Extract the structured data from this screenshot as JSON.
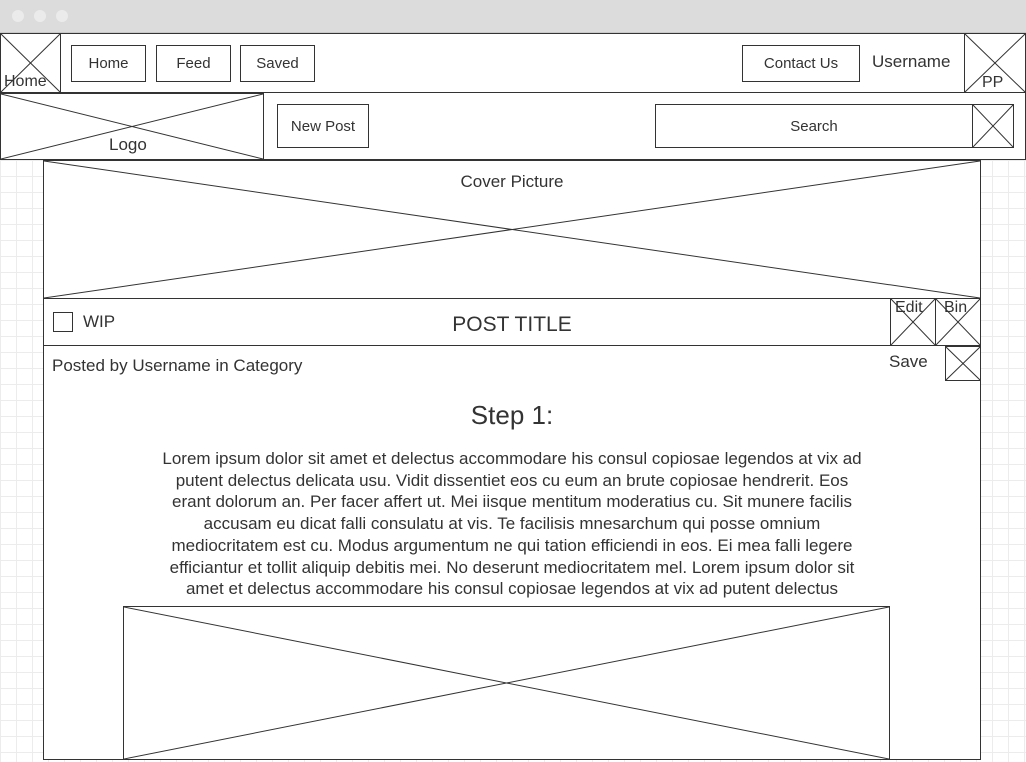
{
  "window": {
    "controls": [
      "close",
      "minimize",
      "maximize"
    ]
  },
  "top_nav": {
    "home_image_label": "Home",
    "home_button": "Home",
    "feed_button": "Feed",
    "saved_button": "Saved",
    "contact_button": "Contact Us",
    "username": "Username",
    "profile_pic_label": "PP"
  },
  "sub_nav": {
    "logo_label": "Logo",
    "new_post_button": "New Post",
    "search_placeholder": "Search"
  },
  "post": {
    "cover_label": "Cover Picture",
    "wip_label": "WIP",
    "wip_checked": false,
    "title": "POST TITLE",
    "edit_label": "Edit",
    "bin_label": "Bin",
    "byline": "Posted by Username in Category",
    "save_label": "Save",
    "step_heading": "Step 1:",
    "body_lines": [
      "Lorem ipsum dolor sit amet et delectus accommodare his consul copiosae legendos at vix ad",
      "putent delectus delicata usu. Vidit dissentiet eos cu eum an brute copiosae hendrerit. Eos",
      "erant dolorum an. Per facer affert ut. Mei iisque mentitum moderatius cu. Sit munere facilis",
      "accusam eu dicat falli consulatu at vis. Te facilisis mnesarchum qui posse omnium",
      "mediocritatem est cu. Modus argumentum ne qui tation efficiendi in eos. Ei mea falli legere",
      "efficiantur et tollit aliquip debitis mei. No deserunt mediocritatem mel. Lorem ipsum dolor sit",
      "amet et delectus accommodare his consul copiosae legendos at vix ad putent delectus"
    ]
  }
}
